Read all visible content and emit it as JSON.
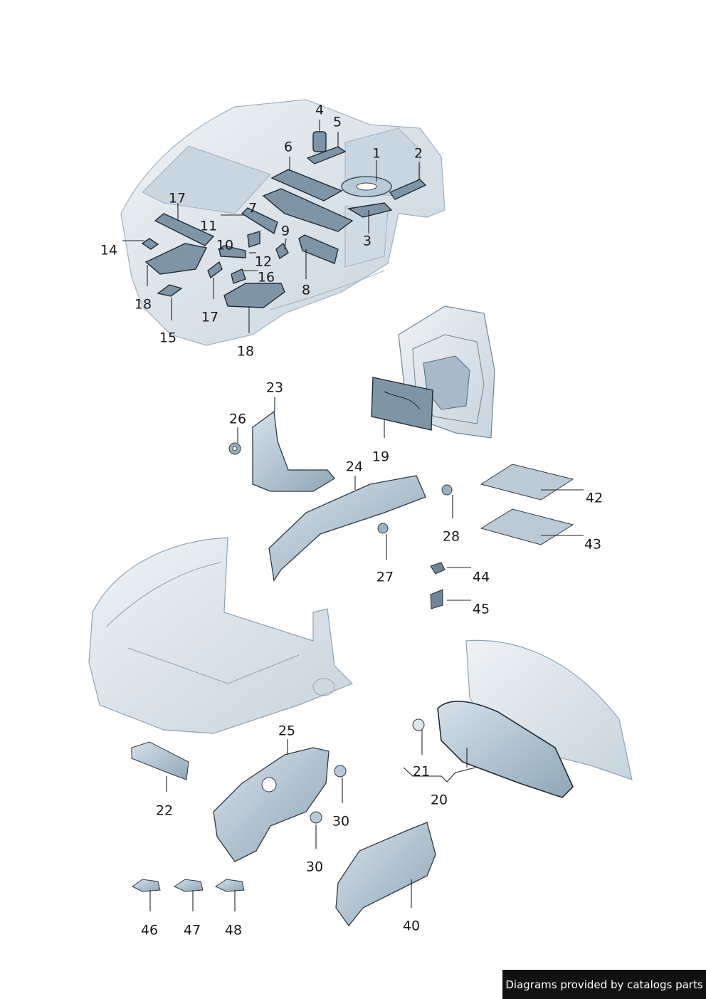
{
  "diagram": {
    "callouts": [
      {
        "id": "c4",
        "label": "4"
      },
      {
        "id": "c5",
        "label": "5"
      },
      {
        "id": "c6",
        "label": "6"
      },
      {
        "id": "c1",
        "label": "1"
      },
      {
        "id": "c2",
        "label": "2"
      },
      {
        "id": "c17a",
        "label": "17"
      },
      {
        "id": "c7",
        "label": "7"
      },
      {
        "id": "c11",
        "label": "11"
      },
      {
        "id": "c9",
        "label": "9"
      },
      {
        "id": "c3",
        "label": "3"
      },
      {
        "id": "c14",
        "label": "14"
      },
      {
        "id": "c10",
        "label": "10"
      },
      {
        "id": "c12",
        "label": "12"
      },
      {
        "id": "c16",
        "label": "16"
      },
      {
        "id": "c8",
        "label": "8"
      },
      {
        "id": "c18a",
        "label": "18"
      },
      {
        "id": "c17b",
        "label": "17"
      },
      {
        "id": "c15",
        "label": "15"
      },
      {
        "id": "c18b",
        "label": "18"
      },
      {
        "id": "c23",
        "label": "23"
      },
      {
        "id": "c26",
        "label": "26"
      },
      {
        "id": "c19",
        "label": "19"
      },
      {
        "id": "c24",
        "label": "24"
      },
      {
        "id": "c42",
        "label": "42"
      },
      {
        "id": "c28",
        "label": "28"
      },
      {
        "id": "c43",
        "label": "43"
      },
      {
        "id": "c27",
        "label": "27"
      },
      {
        "id": "c44",
        "label": "44"
      },
      {
        "id": "c45",
        "label": "45"
      },
      {
        "id": "c25",
        "label": "25"
      },
      {
        "id": "c21",
        "label": "21"
      },
      {
        "id": "c20",
        "label": "20"
      },
      {
        "id": "c22",
        "label": "22"
      },
      {
        "id": "c30a",
        "label": "30"
      },
      {
        "id": "c30b",
        "label": "30"
      },
      {
        "id": "c46",
        "label": "46"
      },
      {
        "id": "c47",
        "label": "47"
      },
      {
        "id": "c48",
        "label": "48"
      },
      {
        "id": "c40",
        "label": "40"
      }
    ]
  },
  "footer": {
    "credit": "Diagrams provided by catalogs parts"
  }
}
